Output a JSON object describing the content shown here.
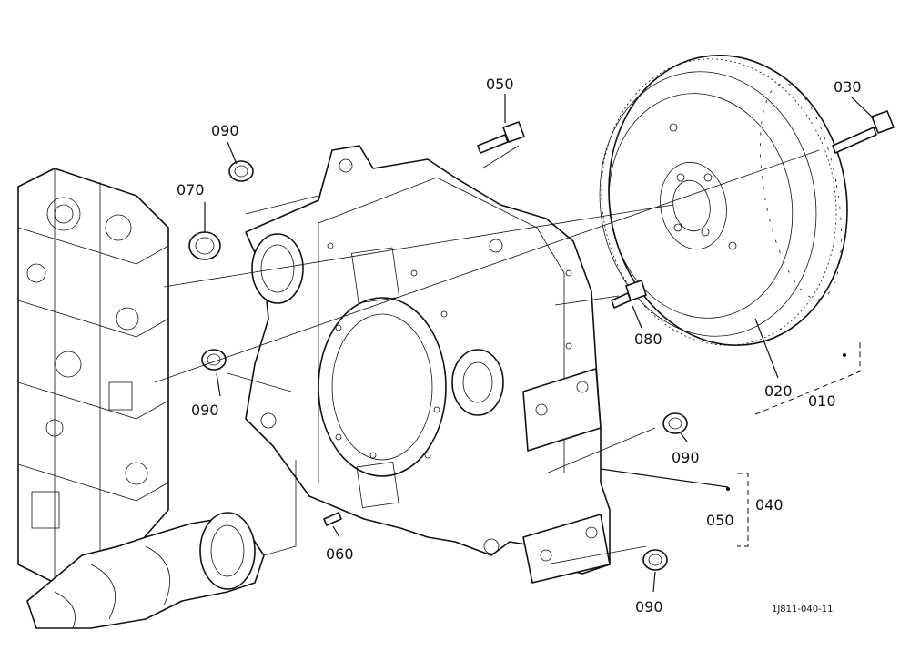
{
  "labels": {
    "p010": "010",
    "p020": "020",
    "p030": "030",
    "p040": "040",
    "p050_top": "050",
    "p050_right": "050",
    "p060": "060",
    "p070": "070",
    "p080": "080",
    "p090_top": "090",
    "p090_left": "090",
    "p090_right": "090",
    "p090_bottom": "090"
  },
  "drawing_code": "1J811-040-11"
}
